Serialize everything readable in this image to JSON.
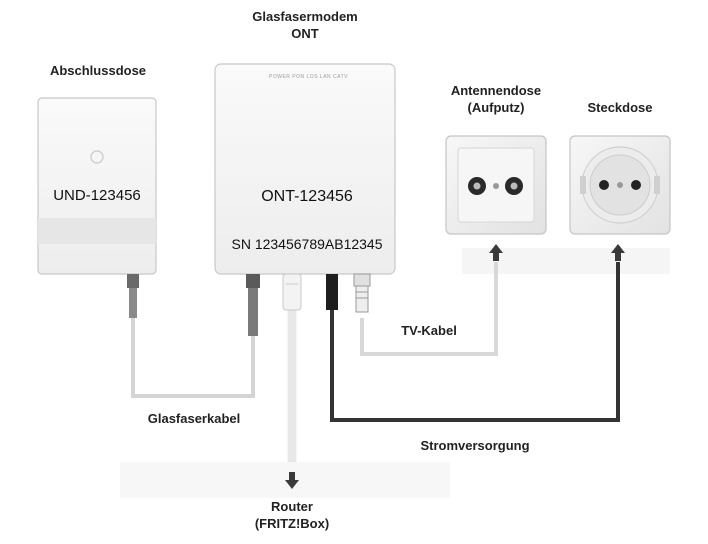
{
  "labels": {
    "abschlussdose": "Abschlussdose",
    "modem_line1": "Glasfasermodem",
    "modem_line2": "ONT",
    "antennendose_line1": "Antennendose",
    "antennendose_line2": "(Aufputz)",
    "steckdose": "Steckdose",
    "tv_kabel": "TV-Kabel",
    "glasfaserkabel": "Glasfaserkabel",
    "stromversorgung": "Stromversorgung",
    "router_line1": "Router",
    "router_line2": "(FRITZ!Box)"
  },
  "devices": {
    "und_id": "UND-123456",
    "ont_id": "ONT-123456",
    "ont_sn": "SN 123456789AB12345",
    "ont_leds": "POWER   PON   LOS   LAN   CATV"
  },
  "colors": {
    "fiber_cable": "#d4d4d4",
    "power_cable": "#333333",
    "tv_cable": "#d8d8d8",
    "ethernet_cable": "#e8e8e8"
  }
}
